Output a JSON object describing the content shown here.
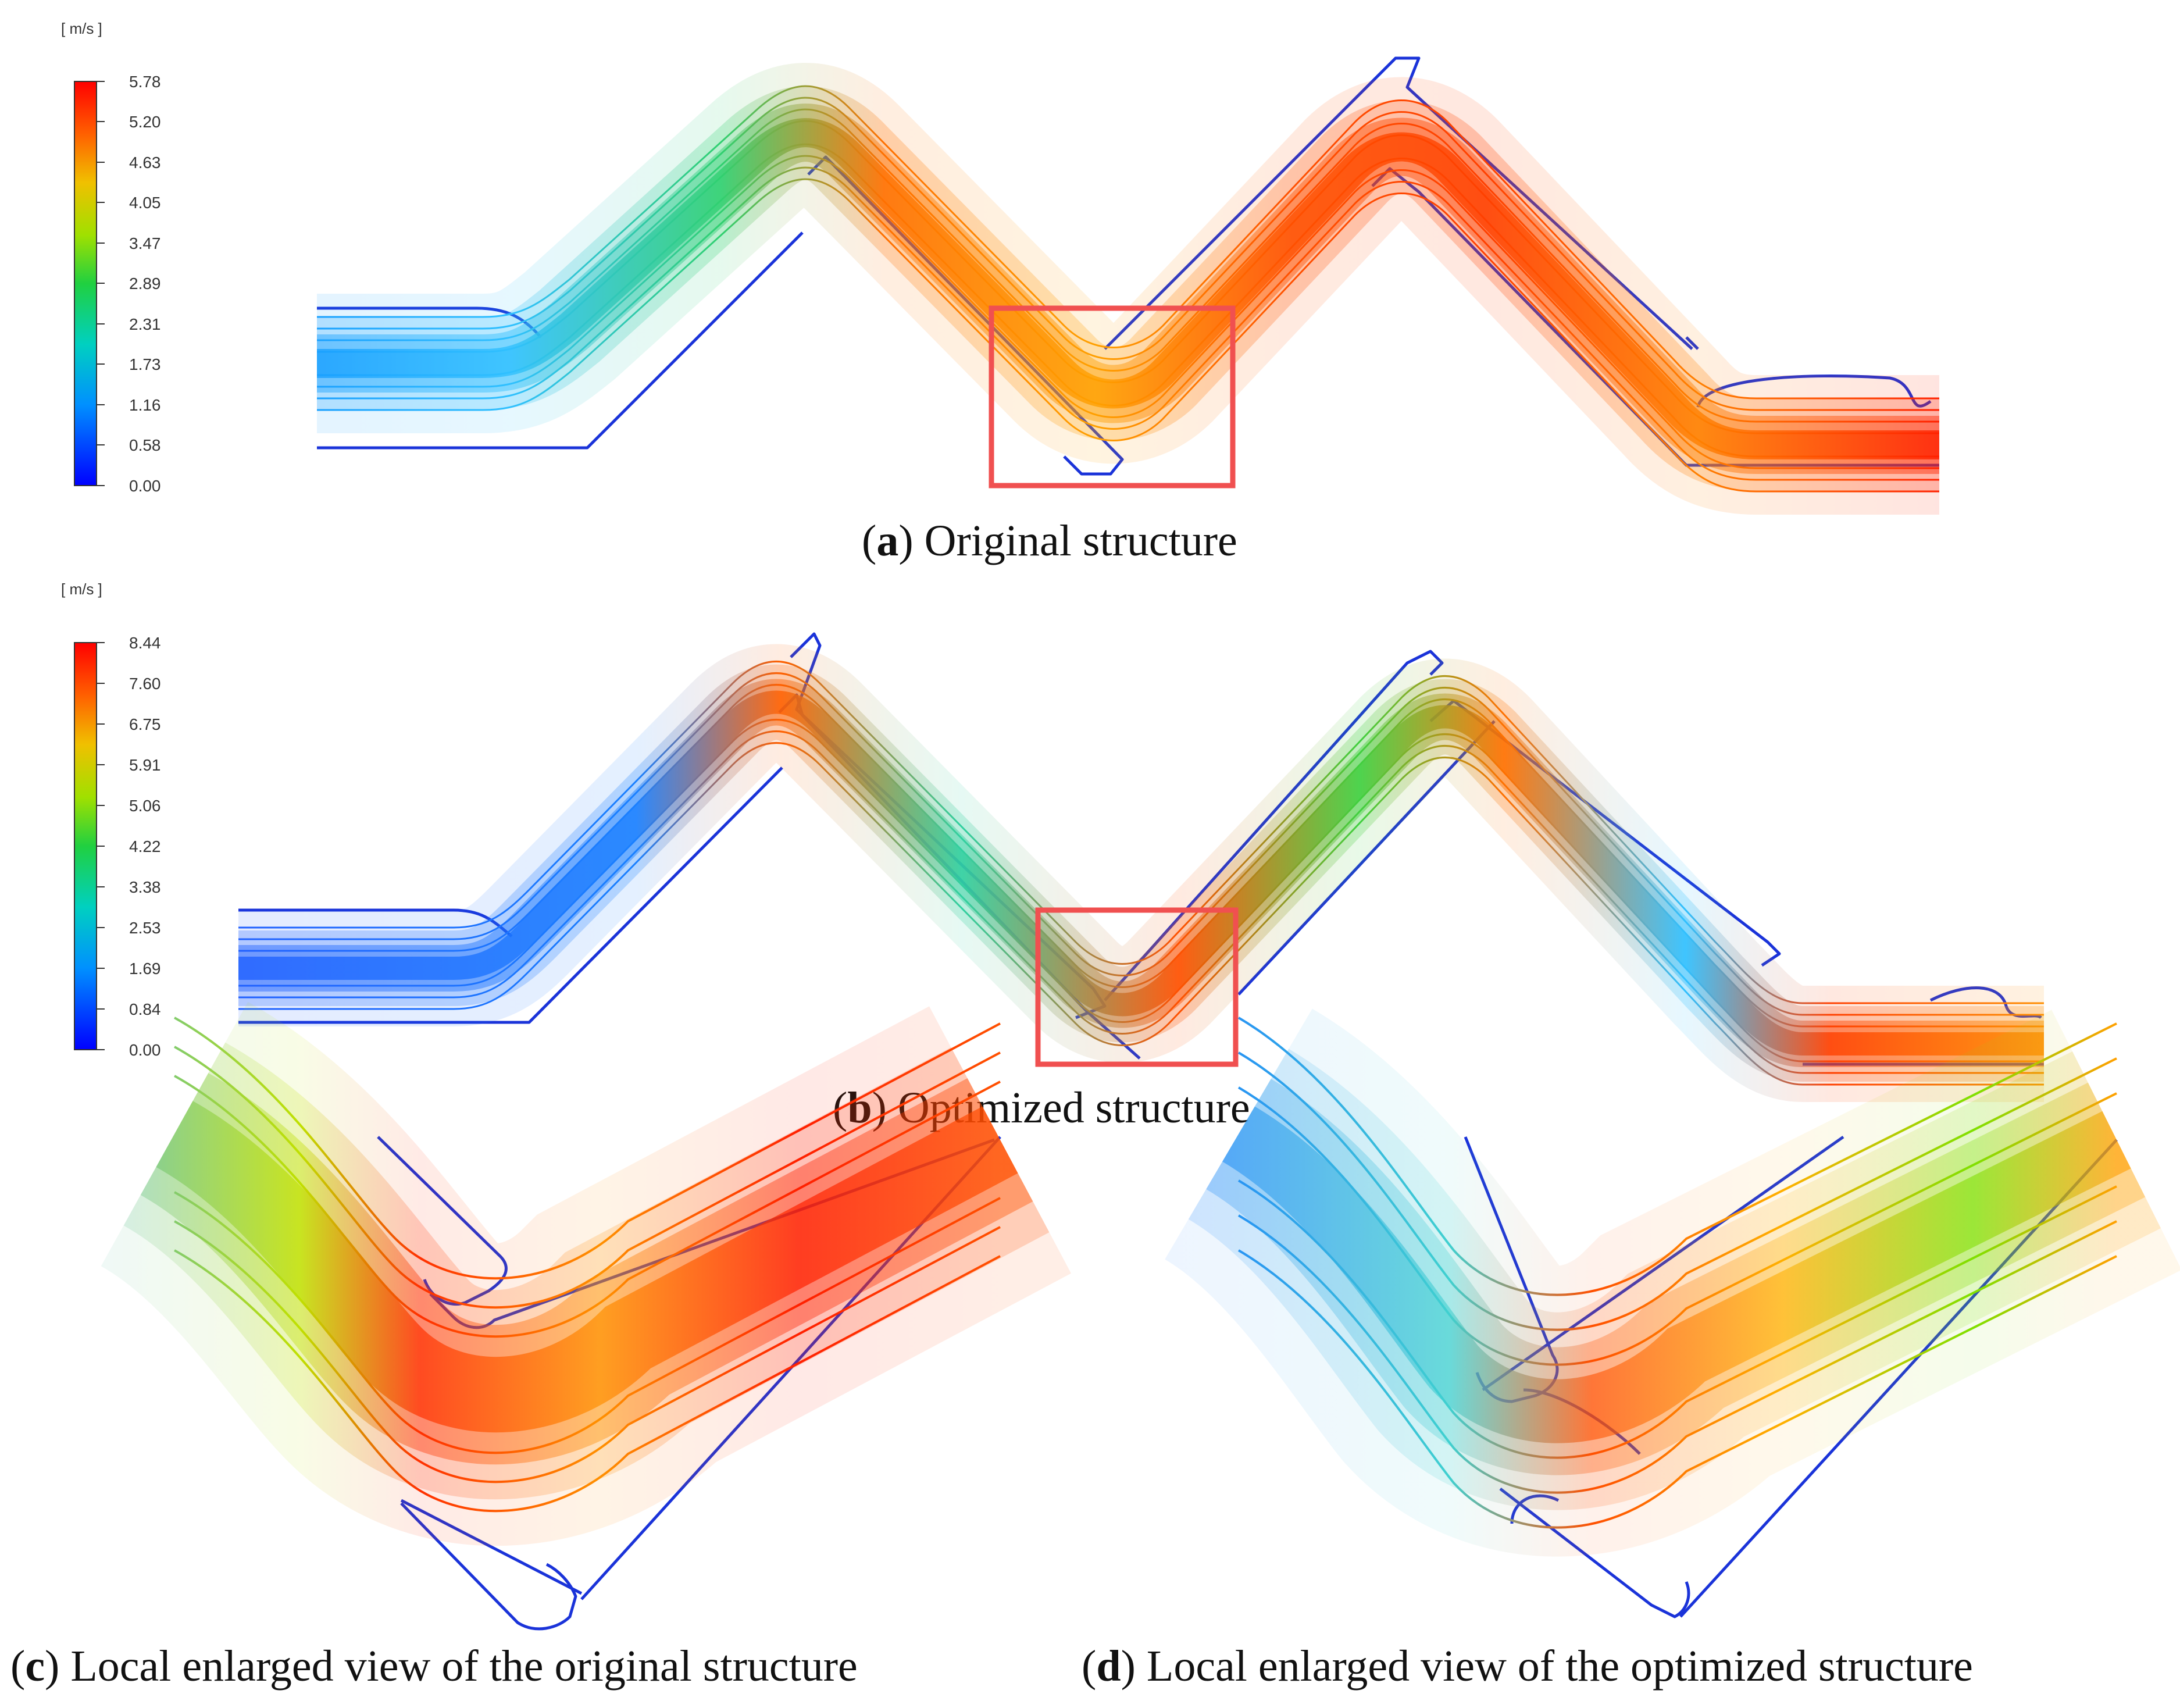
{
  "panels": {
    "a": {
      "unit_label": "[ m/s ]",
      "ticks": [
        "5.78",
        "5.20",
        "4.63",
        "4.05",
        "3.47",
        "2.89",
        "2.31",
        "1.73",
        "1.16",
        "0.58",
        "0.00"
      ],
      "caption_letter": "a",
      "caption_text": "Original structure"
    },
    "b": {
      "unit_label": "[ m/s ]",
      "ticks": [
        "8.44",
        "7.60",
        "6.75",
        "5.91",
        "5.06",
        "4.22",
        "3.38",
        "2.53",
        "1.69",
        "0.84",
        "0.00"
      ],
      "caption_letter": "b",
      "caption_text": "Optimized structure"
    },
    "c": {
      "caption_letter": "c",
      "caption_text": "Local enlarged view of the original structure"
    },
    "d": {
      "caption_letter": "d",
      "caption_text": "Local enlarged view of the optimized structure"
    }
  },
  "colors": {
    "colormap": [
      "#0000ff",
      "#0080ff",
      "#00d0d0",
      "#00d060",
      "#80e000",
      "#e0e000",
      "#ffa000",
      "#ff5000",
      "#ff0000"
    ],
    "wall": "#1a33d9",
    "zoom_box": "#f05050"
  }
}
